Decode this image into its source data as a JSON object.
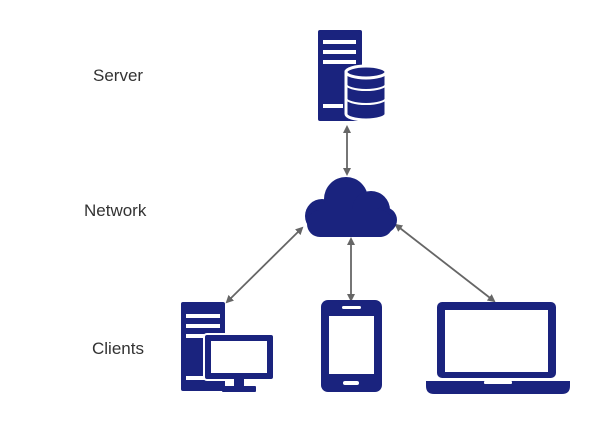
{
  "labels": {
    "server": "Server",
    "network": "Network",
    "clients": "Clients"
  },
  "icons": {
    "server": "server-with-database-icon",
    "network": "cloud-icon",
    "client_desktop": "desktop-computer-icon",
    "client_phone": "smartphone-icon",
    "client_laptop": "laptop-icon"
  },
  "colors": {
    "icon": "#1a237e",
    "connector": "#666666",
    "label": "#333333"
  }
}
